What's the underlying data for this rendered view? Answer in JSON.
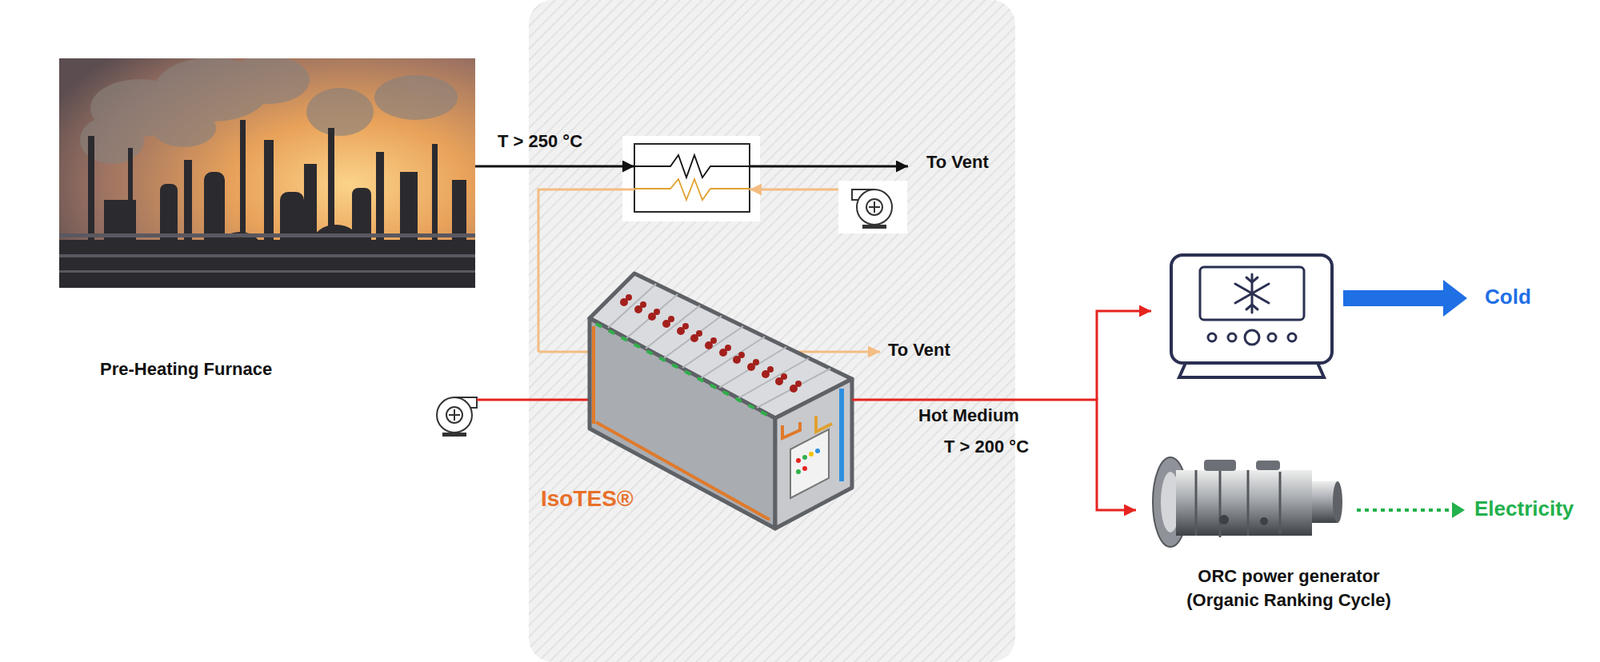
{
  "diagram": {
    "nodes": [
      {
        "text": [
          "Pre-Heating Furnace"
        ]
      },
      {
        "text": [
          "IsoTES®"
        ]
      },
      {
        "text": [
          "ORC power generator (Organic Ranking Cycle)"
        ]
      }
    ],
    "edges": [
      {
        "from": 1,
        "to": 2,
        "arrow": "to",
        "label": "Hot Medium"
      }
    ],
    "labels": [
      "T > 250 °C",
      "To Vent",
      "To Vent",
      "T > 200 °C",
      "Cold",
      "Electricity"
    ]
  }
}
